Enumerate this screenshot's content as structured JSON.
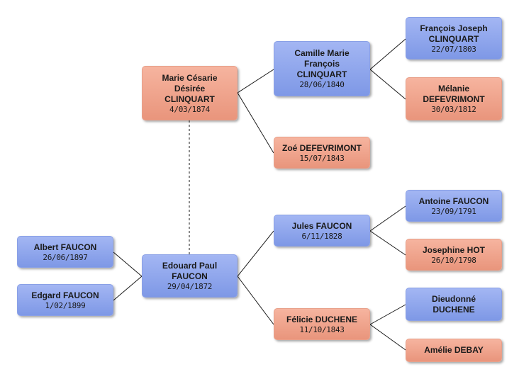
{
  "people": {
    "albert": {
      "lines": [
        "Albert FAUCON"
      ],
      "date": "26/06/1897"
    },
    "edgard": {
      "lines": [
        "Edgard FAUCON"
      ],
      "date": "1/02/1899"
    },
    "edouard": {
      "lines": [
        "Edouard Paul",
        "FAUCON"
      ],
      "date": "29/04/1872"
    },
    "marie": {
      "lines": [
        "Marie Césarie",
        "Désirée",
        "CLINQUART"
      ],
      "date": "4/03/1874"
    },
    "camille": {
      "lines": [
        "Camille Marie",
        "François",
        "CLINQUART"
      ],
      "date": "28/06/1840"
    },
    "zoe": {
      "lines": [
        "Zoé DEFEVRIMONT"
      ],
      "date": "15/07/1843"
    },
    "jules": {
      "lines": [
        "Jules FAUCON"
      ],
      "date": "6/11/1828"
    },
    "felicie": {
      "lines": [
        "Félicie DUCHENE"
      ],
      "date": "11/10/1843"
    },
    "francois": {
      "lines": [
        "François Joseph",
        "CLINQUART"
      ],
      "date": "22/07/1803"
    },
    "melanie": {
      "lines": [
        "Mélanie",
        "DEFEVRIMONT"
      ],
      "date": "30/03/1812"
    },
    "antoine": {
      "lines": [
        "Antoine FAUCON"
      ],
      "date": "23/09/1791"
    },
    "josephine": {
      "lines": [
        "Josephine HOT"
      ],
      "date": "26/10/1798"
    },
    "dieudonne": {
      "lines": [
        "Dieudonné",
        "DUCHENE"
      ],
      "date": ""
    },
    "amelie": {
      "lines": [
        "Amélie DEBAY"
      ],
      "date": ""
    }
  },
  "colors": {
    "male": "#8fa6ec",
    "female": "#ef a78f",
    "line": "#1a1a1a"
  }
}
